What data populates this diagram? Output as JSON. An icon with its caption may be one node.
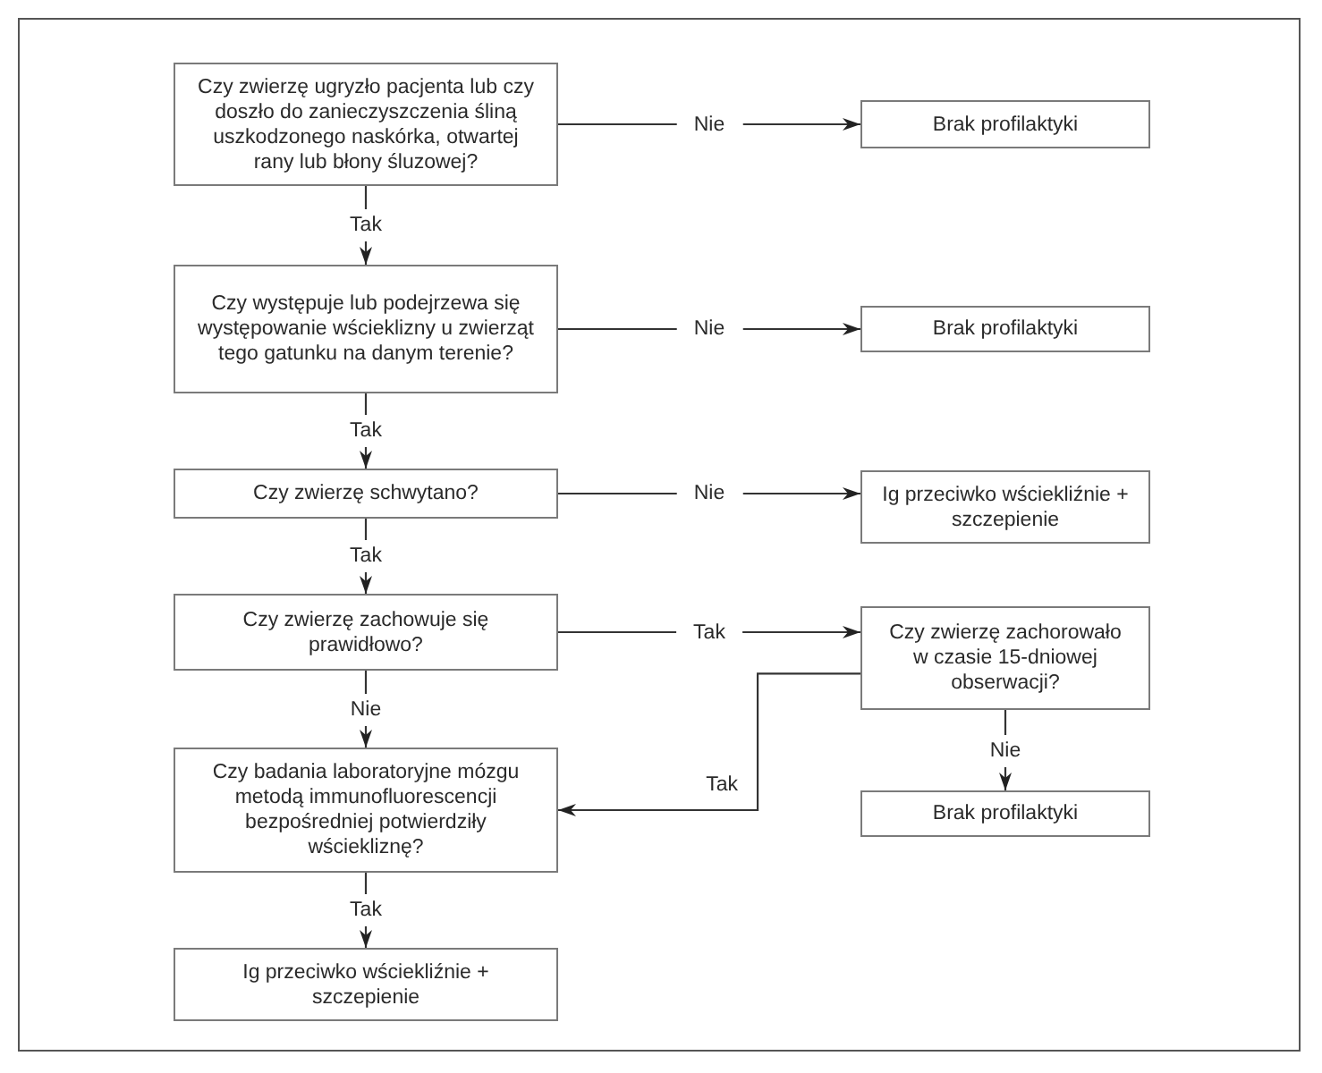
{
  "diagram": {
    "nodes": [
      {
        "text": [
          "Czy zwierzę ugryzło pacjenta lub czy doszło do zanieczyszczenia śliną uszkodzonego naskórka, otwartej rany lub błony śluzowej?"
        ]
      },
      {
        "text": [
          "Brak profilaktyki"
        ]
      },
      {
        "text": [
          "Czy występuje lub podejrzewa się występowanie wścieklizny u zwierząt tego gatunku na danym terenie?"
        ]
      },
      {
        "text": [
          "Brak profilaktyki"
        ]
      },
      {
        "text": [
          "Czy zwierzę schwytano?"
        ]
      },
      {
        "text": [
          "Ig przeciwko wściekliźnie + szczepienie"
        ]
      },
      {
        "text": [
          "Czy zwierzę zachowuje się prawidłowo?"
        ]
      },
      {
        "text": [
          "Czy zwierzę zachorowało w czasie 15-dniowej obserwacji?"
        ]
      },
      {
        "text": [
          "Czy badania laboratoryjne mózgu metodą immunofluorescencji bezpośredniej potwierdziły wściekliznę?"
        ]
      },
      {
        "text": [
          "Brak profilaktyki"
        ]
      },
      {
        "text": [
          "Ig przeciwko wściekliźnie + szczepienie"
        ]
      }
    ],
    "edges": [
      {
        "from": 0,
        "to": 1,
        "arrow": "to",
        "label": "Nie"
      },
      {
        "from": 0,
        "to": 2,
        "arrow": "to",
        "label": "Tak"
      },
      {
        "from": 2,
        "to": 3,
        "arrow": "to",
        "label": "Nie"
      },
      {
        "from": 2,
        "to": 4,
        "arrow": "to",
        "label": "Tak"
      },
      {
        "from": 4,
        "to": 5,
        "arrow": "to",
        "label": "Nie"
      },
      {
        "from": 4,
        "to": 6,
        "arrow": "to",
        "label": "Tak"
      },
      {
        "from": 6,
        "to": 7,
        "arrow": "to",
        "label": "Tak"
      },
      {
        "from": 6,
        "to": 8,
        "arrow": "to",
        "label": "Nie"
      },
      {
        "from": 7,
        "to": 9,
        "arrow": "to",
        "label": "Nie"
      },
      {
        "from": 7,
        "to": 8,
        "arrow": "to",
        "label": "Tak"
      },
      {
        "from": 8,
        "to": 10,
        "arrow": "to",
        "label": "Tak"
      }
    ]
  }
}
